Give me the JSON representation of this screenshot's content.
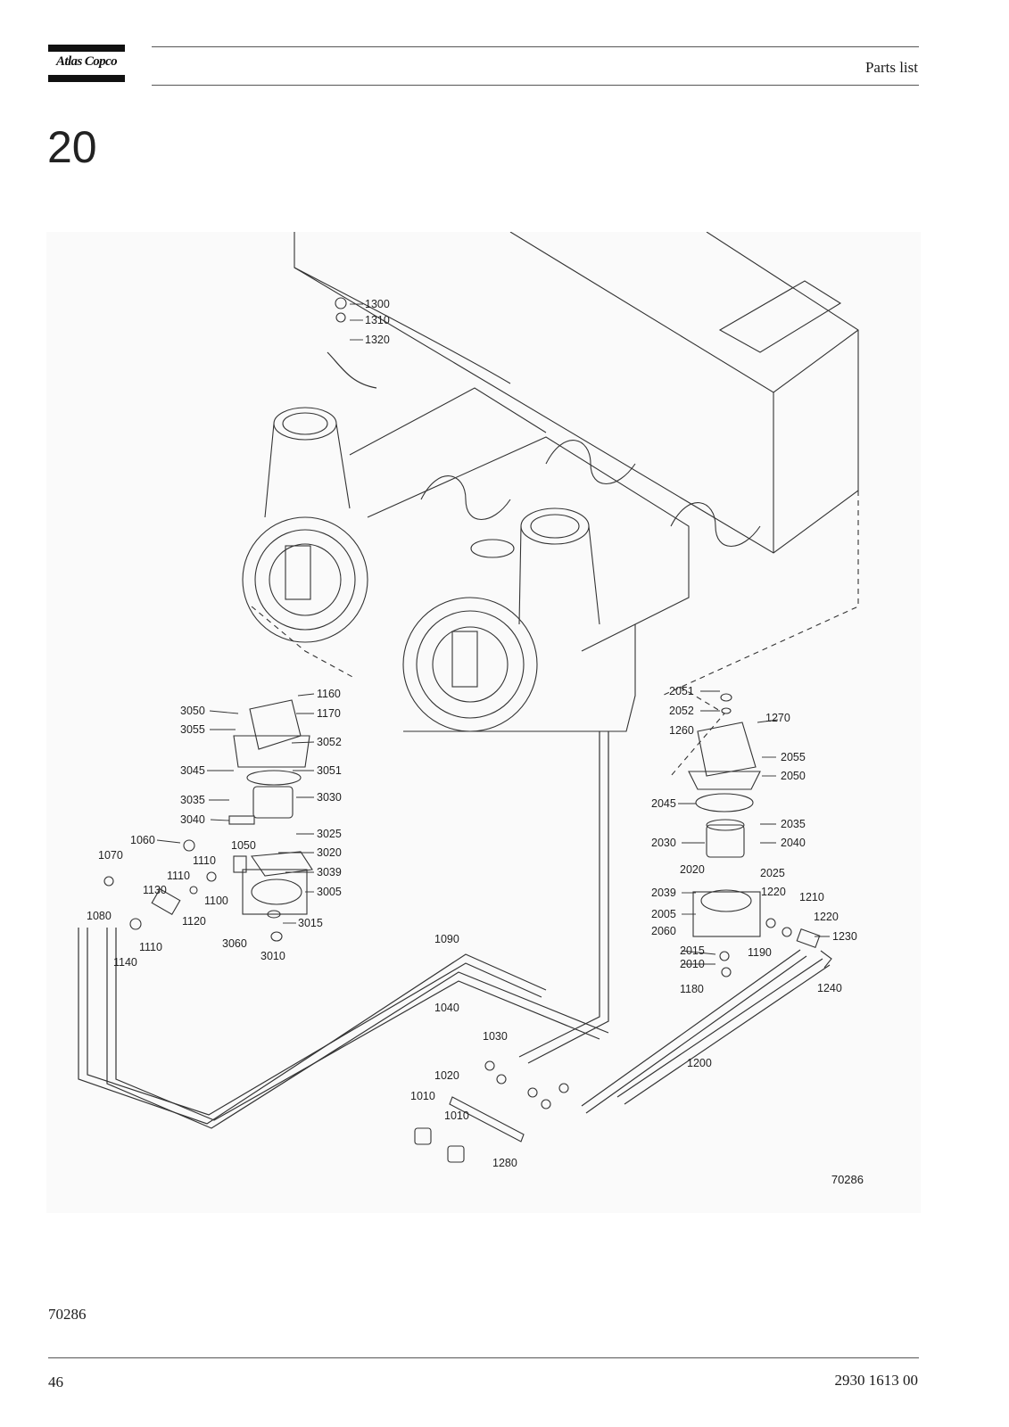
{
  "header": {
    "brand": "Atlas Copco",
    "title": "Parts list"
  },
  "section": {
    "number": "20"
  },
  "figure": {
    "reference": "70286",
    "callouts": [
      "1300",
      "1310",
      "1320",
      "1160",
      "1170",
      "3050",
      "3055",
      "3052",
      "3045",
      "3051",
      "3035",
      "3030",
      "3040",
      "3025",
      "1060",
      "1050",
      "3020",
      "1070",
      "1110",
      "3039",
      "1130",
      "1110",
      "3005",
      "1080",
      "1100",
      "1120",
      "3015",
      "1140",
      "1110",
      "3060",
      "3010",
      "1090",
      "1040",
      "1030",
      "1020",
      "1010",
      "1010",
      "1280",
      "2051",
      "2052",
      "1270",
      "1260",
      "2055",
      "2050",
      "2045",
      "2035",
      "2030",
      "2040",
      "2020",
      "2025",
      "2039",
      "1220",
      "1210",
      "2005",
      "1220",
      "2060",
      "1230",
      "2015",
      "1190",
      "2010",
      "1240",
      "1180",
      "1200"
    ]
  },
  "caption": "70286",
  "footer": {
    "page_number": "46",
    "document_number": "2930 1613 00"
  }
}
